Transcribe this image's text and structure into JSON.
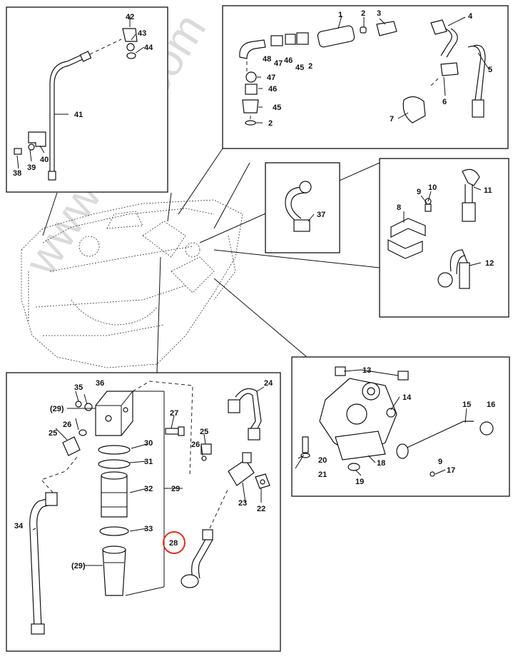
{
  "watermark": "www.tpub.com",
  "accent_color": "#e0301e",
  "callouts": {
    "c1": "1",
    "c2a": "2",
    "c2b": "2",
    "c2c": "2",
    "c3": "3",
    "c4": "4",
    "c5": "5",
    "c6": "6",
    "c7": "7",
    "c8": "8",
    "c9a": "9",
    "c9b": "9",
    "c10": "10",
    "c11": "11",
    "c12": "12",
    "c13": "13",
    "c14": "14",
    "c15": "15",
    "c16": "16",
    "c17": "17",
    "c18": "18",
    "c19": "19",
    "c20": "20",
    "c21": "21",
    "c22": "22",
    "c23": "23",
    "c24": "24",
    "c25a": "25",
    "c25b": "25",
    "c26a": "26",
    "c26b": "26",
    "c27": "27",
    "c28": "28",
    "c29a": "(29)",
    "c29b": "29",
    "c29c": "(29)",
    "c30": "30",
    "c31": "31",
    "c32": "32",
    "c33": "33",
    "c34": "34",
    "c35": "35",
    "c36": "36",
    "c37": "37",
    "c38": "38",
    "c39": "39",
    "c40": "40",
    "c41": "41",
    "c42": "42",
    "c43": "43",
    "c44": "44",
    "c45a": "45",
    "c45b": "45",
    "c46a": "46",
    "c46b": "46",
    "c47a": "47",
    "c47b": "47",
    "c48": "48"
  }
}
